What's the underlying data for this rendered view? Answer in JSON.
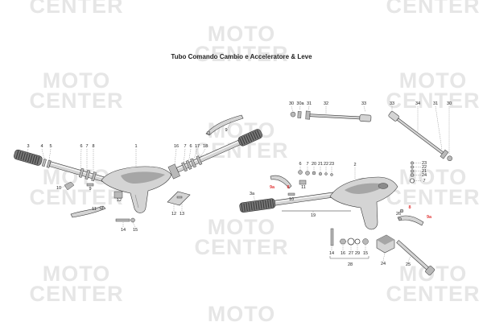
{
  "title": "Tubo Comando Cambio e Acceleratore & Leve",
  "watermark": {
    "line1": "MOTO",
    "line2": "CENTER"
  },
  "labels": [
    "3",
    "4",
    "5",
    "6",
    "7",
    "8",
    "1",
    "10",
    "9",
    "12",
    "11",
    "14",
    "15",
    "12",
    "13",
    "16",
    "7",
    "6",
    "17",
    "18",
    "9",
    "30",
    "30a",
    "31",
    "32",
    "33",
    "33",
    "34",
    "31",
    "30",
    "6",
    "7",
    "20",
    "21",
    "22",
    "23",
    "2",
    "9a",
    "8",
    "11",
    "10",
    "3a",
    "19",
    "23",
    "22",
    "21",
    "24",
    "7",
    "9a",
    "8",
    "26",
    "14",
    "16",
    "27",
    "29",
    "15",
    "28",
    "24",
    "25"
  ],
  "colors": {
    "label": "#1a1a1a",
    "highlight": "#e23b3b",
    "watermark": "#e6e6e6",
    "part": "#d4d4d4",
    "grip": "#7a7a7a"
  }
}
